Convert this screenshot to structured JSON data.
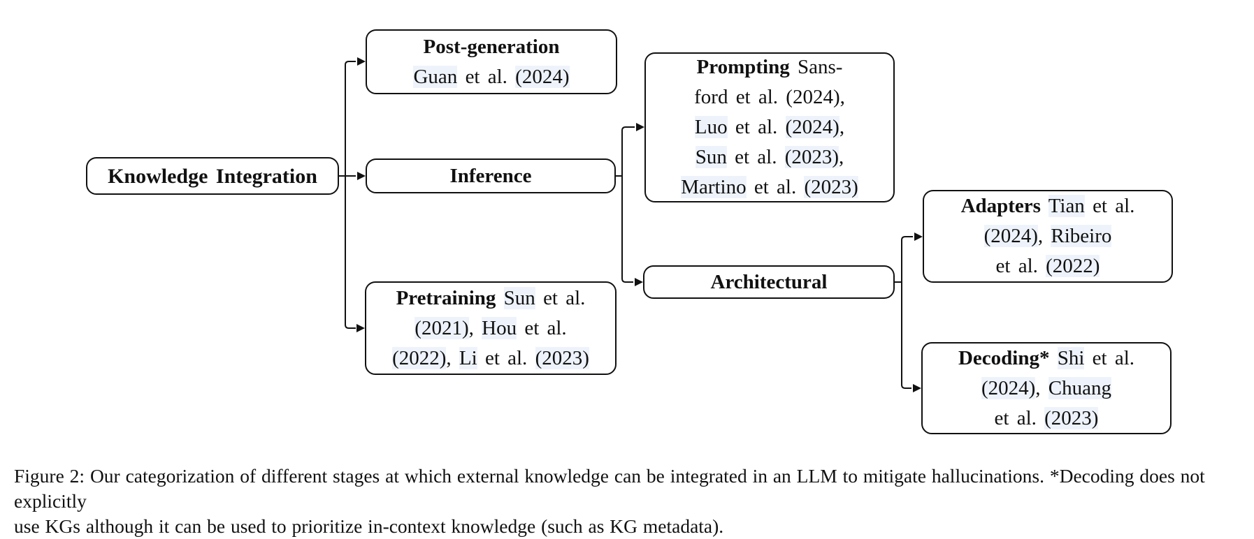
{
  "colors": {
    "citation_highlight": "#eef3fb",
    "stroke": "#111111",
    "background": "#ffffff"
  },
  "structure": {
    "type": "tree",
    "root": "Knowledge Integration",
    "children_of_root": [
      "Post-generation",
      "Inference",
      "Pretraining"
    ],
    "children_of_inference": [
      "Prompting",
      "Architectural"
    ],
    "children_of_architectural": [
      "Adapters",
      "Decoding*"
    ]
  },
  "nodes": {
    "root": {
      "lines": [
        [
          {
            "t": "Knowledge Integration",
            "k": "b"
          }
        ]
      ]
    },
    "post_generation": {
      "lines": [
        [
          {
            "t": "Post-generation",
            "k": "b"
          }
        ],
        [
          {
            "t": "Guan",
            "k": "c"
          },
          {
            "t": " et al. ",
            "k": "n"
          },
          {
            "t": "(2024)",
            "k": "c"
          }
        ]
      ]
    },
    "inference": {
      "lines": [
        [
          {
            "t": "Inference",
            "k": "b"
          }
        ]
      ]
    },
    "pretraining": {
      "lines": [
        [
          {
            "t": "Pretraining",
            "k": "b"
          },
          {
            "t": " ",
            "k": "n"
          },
          {
            "t": "Sun",
            "k": "c"
          },
          {
            "t": " et al.",
            "k": "n"
          }
        ],
        [
          {
            "t": "(2021)",
            "k": "c"
          },
          {
            "t": ", ",
            "k": "n"
          },
          {
            "t": "Hou",
            "k": "c"
          },
          {
            "t": " et al.",
            "k": "n"
          }
        ],
        [
          {
            "t": "(2022)",
            "k": "c"
          },
          {
            "t": ", ",
            "k": "n"
          },
          {
            "t": "Li",
            "k": "c"
          },
          {
            "t": " et al. ",
            "k": "n"
          },
          {
            "t": "(2023)",
            "k": "c"
          }
        ]
      ]
    },
    "prompting": {
      "lines": [
        [
          {
            "t": "Prompting",
            "k": "b"
          },
          {
            "t": " Sans-",
            "k": "n"
          }
        ],
        [
          {
            "t": "ford et al. (2024),",
            "k": "n"
          }
        ],
        [
          {
            "t": "Luo",
            "k": "c"
          },
          {
            "t": " et al. ",
            "k": "n"
          },
          {
            "t": "(2024)",
            "k": "c"
          },
          {
            "t": ",",
            "k": "n"
          }
        ],
        [
          {
            "t": "Sun",
            "k": "c"
          },
          {
            "t": " et al. ",
            "k": "n"
          },
          {
            "t": "(2023)",
            "k": "c"
          },
          {
            "t": ",",
            "k": "n"
          }
        ],
        [
          {
            "t": "Martino",
            "k": "c"
          },
          {
            "t": " et al. ",
            "k": "n"
          },
          {
            "t": "(2023)",
            "k": "c"
          }
        ]
      ]
    },
    "architectural": {
      "lines": [
        [
          {
            "t": "Architectural",
            "k": "b"
          }
        ]
      ]
    },
    "adapters": {
      "lines": [
        [
          {
            "t": "Adapters",
            "k": "b"
          },
          {
            "t": " ",
            "k": "n"
          },
          {
            "t": "Tian",
            "k": "c"
          },
          {
            "t": " et al.",
            "k": "n"
          }
        ],
        [
          {
            "t": "(2024)",
            "k": "c"
          },
          {
            "t": ", ",
            "k": "n"
          },
          {
            "t": "Ribeiro",
            "k": "c"
          }
        ],
        [
          {
            "t": "et al. ",
            "k": "n"
          },
          {
            "t": "(2022)",
            "k": "c"
          }
        ]
      ]
    },
    "decoding": {
      "lines": [
        [
          {
            "t": "Decoding*",
            "k": "b"
          },
          {
            "t": " ",
            "k": "n"
          },
          {
            "t": "Shi",
            "k": "c"
          },
          {
            "t": " et al.",
            "k": "n"
          }
        ],
        [
          {
            "t": "(2024)",
            "k": "c"
          },
          {
            "t": ", ",
            "k": "n"
          },
          {
            "t": "Chuang",
            "k": "c"
          }
        ],
        [
          {
            "t": "et al. ",
            "k": "n"
          },
          {
            "t": "(2023)",
            "k": "c"
          }
        ]
      ]
    }
  },
  "caption": {
    "lines": [
      "Figure 2: Our categorization of different stages at which external knowledge can be integrated in an LLM to mitigate hallucinations. *Decoding does not explicitly",
      "use KGs although it can be used to prioritize in-context knowledge (such as KG metadata)."
    ]
  }
}
